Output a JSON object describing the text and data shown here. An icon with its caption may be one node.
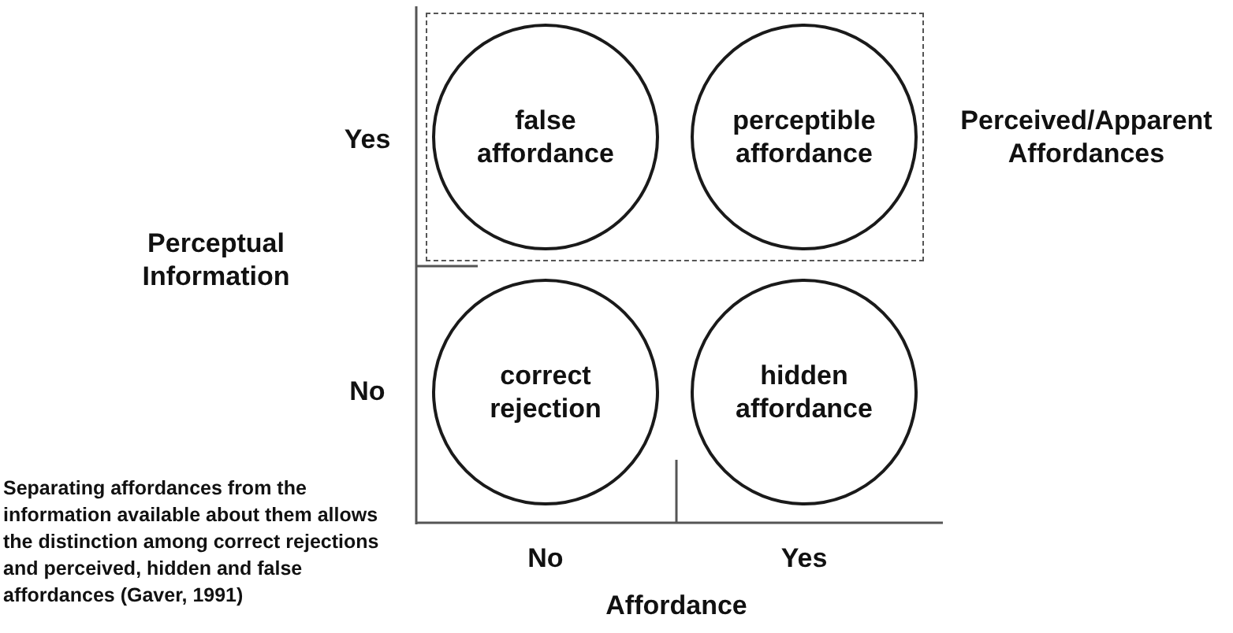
{
  "diagram": {
    "caption": "Separating affordances from the information available about them allows the distinction among correct rejections and perceived, hidden and false affordances (Gaver, 1991)",
    "nodes": [
      {
        "text": [
          "Perceived/Apparent Affordances"
        ]
      },
      {
        "text": [
          "false affordance"
        ],
        "in": 0
      },
      {
        "text": [
          "perceptible affordance"
        ],
        "in": 0
      },
      {
        "text": [
          "correct rejection"
        ]
      },
      {
        "text": [
          "hidden affordance"
        ]
      }
    ],
    "labels": [
      "Yes",
      "Perceptual Information",
      "No",
      "No",
      "Yes",
      "Affordance"
    ]
  }
}
